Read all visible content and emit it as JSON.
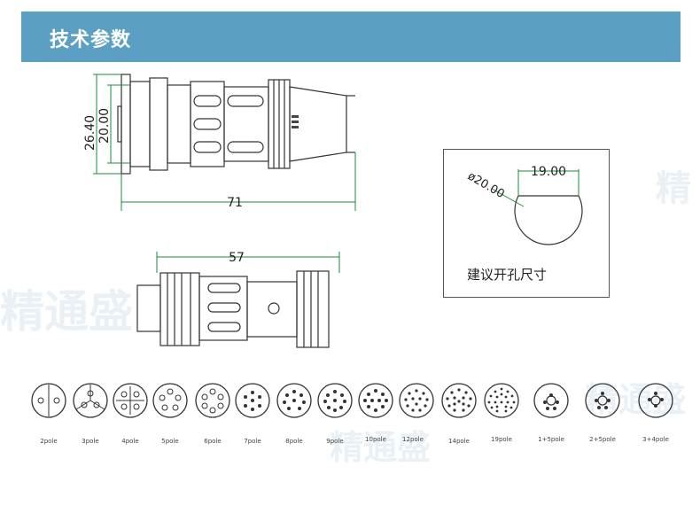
{
  "header": {
    "title": "技术参数"
  },
  "watermarks": [
    "精通盛",
    "精通盛",
    "精通盛",
    "精"
  ],
  "side_view": {
    "dim_outer": "26.40",
    "dim_inner": "20.00",
    "dim_length": "71"
  },
  "plug_view": {
    "dim_length": "57"
  },
  "cutout": {
    "dim_diameter": "ø20.00",
    "dim_flat": "19.00",
    "label": "建议开孔尺寸"
  },
  "pins": [
    "2pole",
    "3pole",
    "4pole",
    "5pole",
    "6pole",
    "7pole",
    "8pole",
    "9pole",
    "10pole",
    "12pole",
    "14pole",
    "19pole",
    "1+5pole",
    "2+5pole",
    "3+4pole"
  ]
}
